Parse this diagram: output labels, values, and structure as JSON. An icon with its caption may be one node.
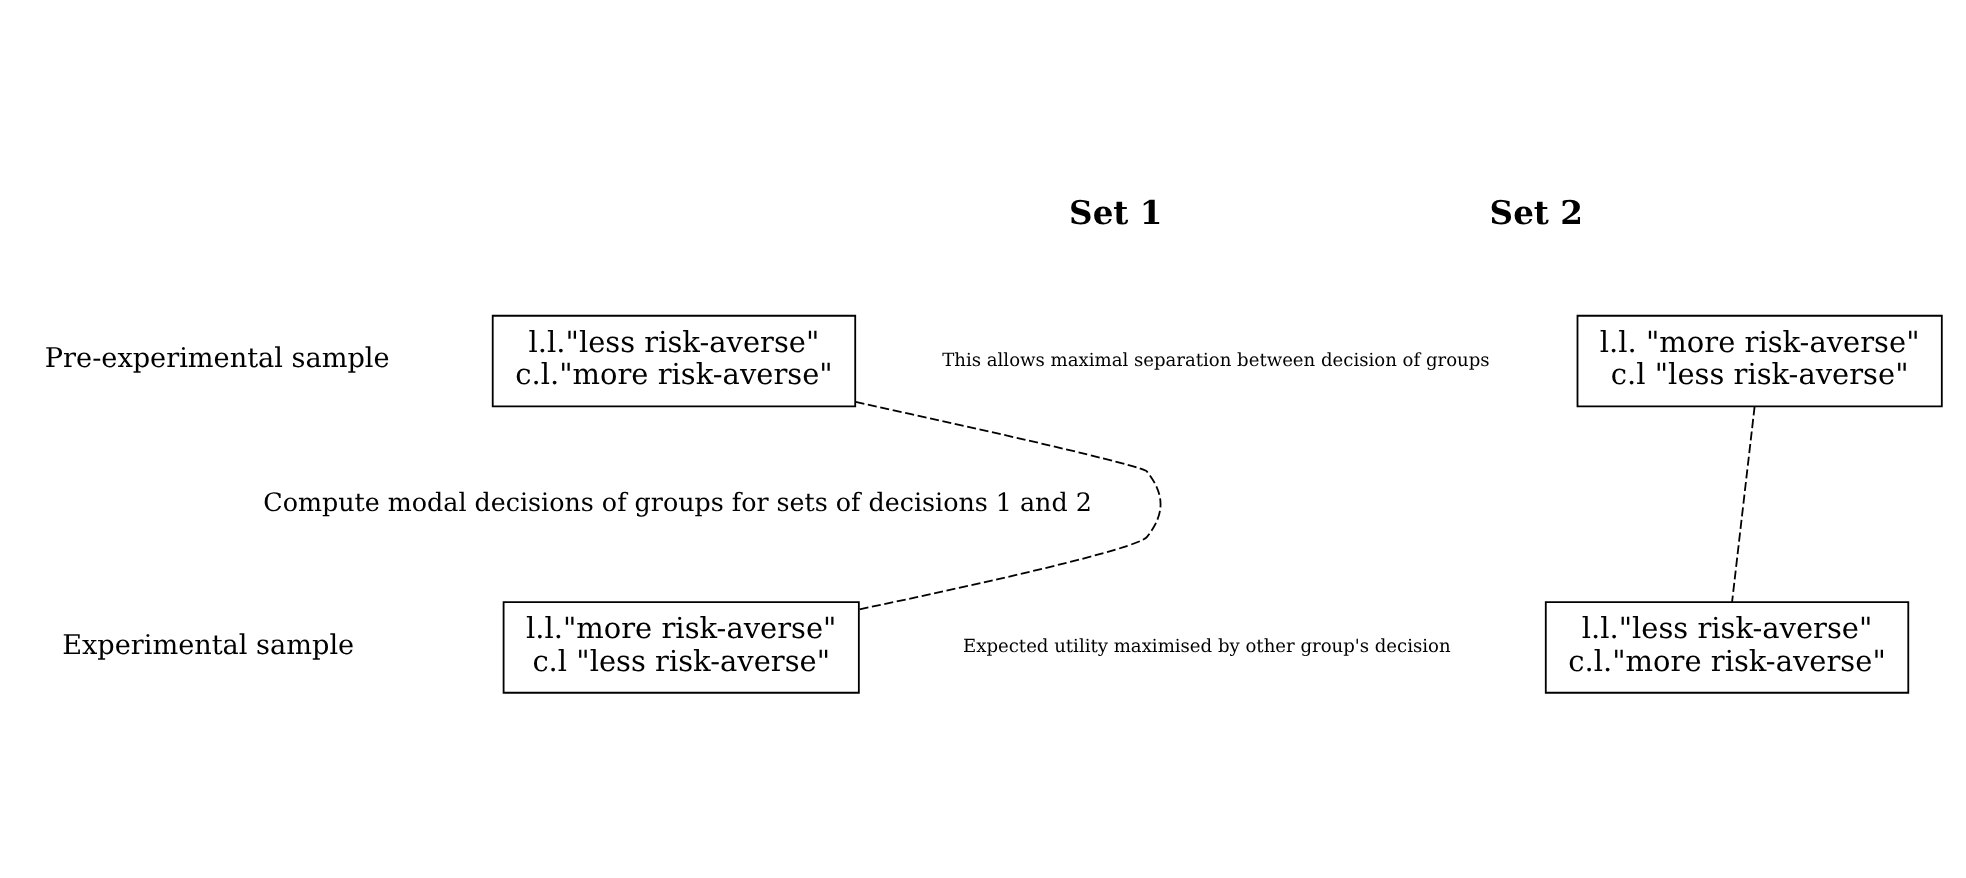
{
  "diagram": {
    "nodes": [
      {
        "text": [
          "l.l.\"less risk-averse\"",
          "c.l.\"more risk-averse\""
        ]
      },
      {
        "text": [
          "l.l. \"more risk-averse\"",
          "c.l \"less risk-averse\""
        ]
      },
      {
        "text": [
          "l.l.\"more risk-averse\"",
          "c.l \"less risk-averse\""
        ]
      },
      {
        "text": [
          "l.l.\"less risk-averse\"",
          "c.l.\"more risk-averse\""
        ]
      }
    ],
    "edges": [
      {
        "from": 0,
        "to": 2,
        "arrow": "none",
        "style": "dashed"
      },
      {
        "from": 1,
        "to": 3,
        "arrow": "none",
        "style": "dashed"
      }
    ],
    "labels": [
      "Set 1",
      "Set 2",
      "Pre-experimental sample",
      "This allows maximal separation between decision of groups",
      "Compute modal decisions of groups for sets of decisions 1 and 2",
      "Experimental sample",
      "Expected utility maximised by other group's decision"
    ]
  }
}
